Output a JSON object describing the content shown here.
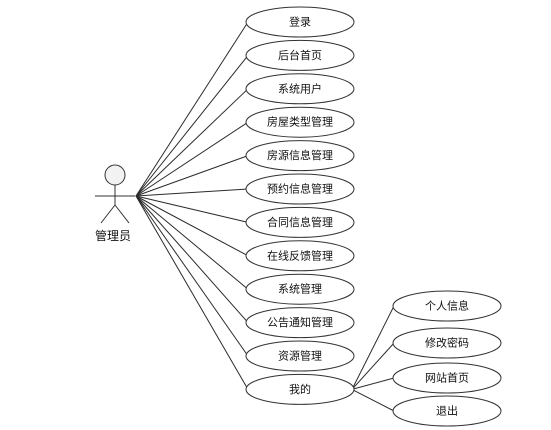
{
  "actor": {
    "label": "管理员",
    "icon": "stick-figure-icon"
  },
  "use_cases": [
    {
      "id": "login",
      "label": "登录"
    },
    {
      "id": "admin-home",
      "label": "后台首页"
    },
    {
      "id": "system-users",
      "label": "系统用户"
    },
    {
      "id": "house-type-mgmt",
      "label": "房屋类型管理"
    },
    {
      "id": "house-info-mgmt",
      "label": "房源信息管理"
    },
    {
      "id": "booking-mgmt",
      "label": "预约信息管理"
    },
    {
      "id": "contract-mgmt",
      "label": "合同信息管理"
    },
    {
      "id": "feedback-mgmt",
      "label": "在线反馈管理"
    },
    {
      "id": "system-mgmt",
      "label": "系统管理"
    },
    {
      "id": "notice-mgmt",
      "label": "公告通知管理"
    },
    {
      "id": "resource-mgmt",
      "label": "资源管理"
    },
    {
      "id": "mine",
      "label": "我的"
    }
  ],
  "sub_use_cases": [
    {
      "id": "personal-info",
      "label": "个人信息"
    },
    {
      "id": "change-password",
      "label": "修改密码"
    },
    {
      "id": "site-home",
      "label": "网站首页"
    },
    {
      "id": "logout",
      "label": "退出"
    }
  ]
}
